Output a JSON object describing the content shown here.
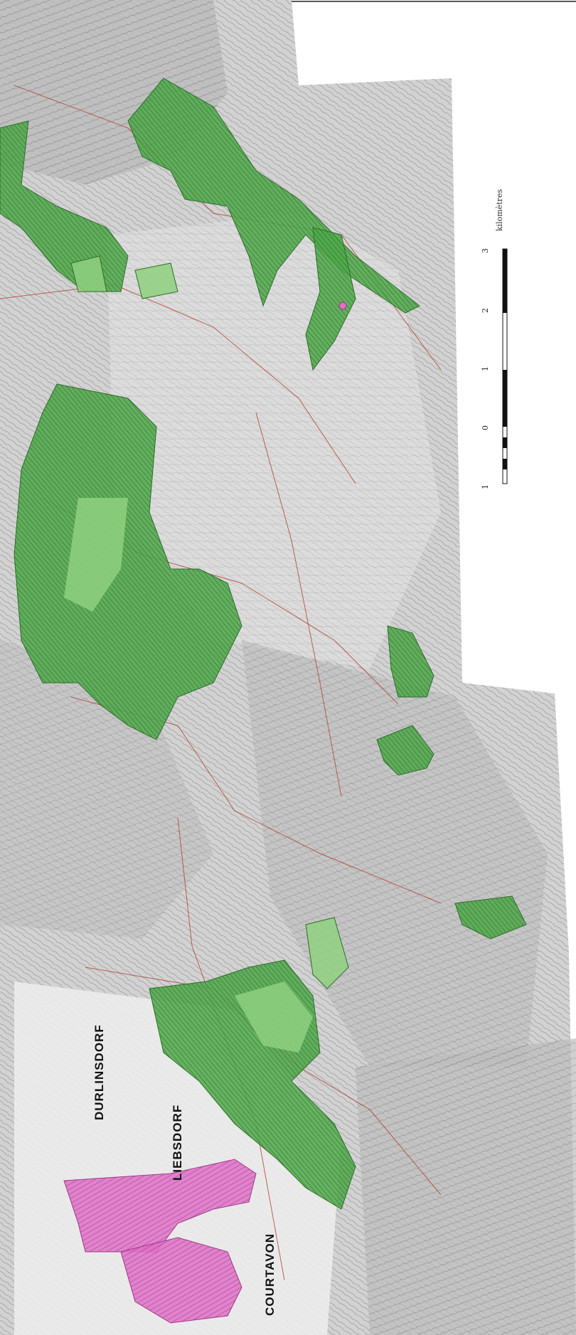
{
  "map": {
    "labels": {
      "durlinsdorf": "DURLINSDORF",
      "liebsdorf": "LIEBSDORF",
      "courtavon": "COURTAVON"
    },
    "scale_bar": {
      "ticks": [
        "1",
        "0",
        "1",
        "2",
        "3"
      ],
      "unit": "kilomètres"
    },
    "colors": {
      "forest_fill": "#4fa84a",
      "forest_light": "#8fd07f",
      "protected_fill": "#e070c8",
      "boundary_line": "#b04030",
      "background_terrain": "#c8c8c8"
    }
  }
}
